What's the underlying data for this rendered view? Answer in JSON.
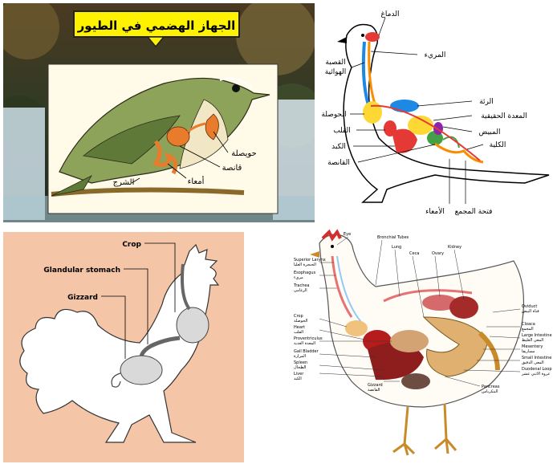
{
  "panel1": {
    "title": "الجهاز الهضمي في الطيور",
    "labels": {
      "crop": "حويصلة",
      "gizzard": "قانصة",
      "intestines": "أمعاء",
      "cloaca": "الشرج"
    }
  },
  "panel2": {
    "labels": {
      "brain": "الدماغ",
      "esophagus": "المريء",
      "trachea_1": "القصبة",
      "trachea_2": "الهوائية",
      "lung": "الرئة",
      "crop": "الحوصلة",
      "proventriculus": "المعدة الحقيقية",
      "heart": "القلب",
      "ovary": "المبيض",
      "liver": "الكبد",
      "kidney": "الكلية",
      "gizzard": "القانصة",
      "cloaca_opening": "فتحة المجمع",
      "intestines": "الأمعاء"
    }
  },
  "panel3": {
    "labels": {
      "crop": "Crop",
      "glandular": "Glandular stomach",
      "gizzard": "Gizzard"
    }
  },
  "panel4": {
    "left_labels": [
      {
        "en": "Superior Larynx",
        "ar": "الحنجرة العليا"
      },
      {
        "en": "Esophagus",
        "ar": "مريء"
      },
      {
        "en": "Trachea",
        "ar": "الرغامى"
      },
      {
        "en": "Crop",
        "ar": "الحوصلة"
      },
      {
        "en": "Heart",
        "ar": "القلب"
      },
      {
        "en": "Proventriculus",
        "ar": "المعدة الغدية"
      },
      {
        "en": "Gall Bladder",
        "ar": "المرارة"
      },
      {
        "en": "Spleen",
        "ar": "الطحال"
      },
      {
        "en": "Liver",
        "ar": "الكبد"
      },
      {
        "en": "Gizzard",
        "ar": "القانصة"
      }
    ],
    "top_labels": {
      "eye": "Eye",
      "bronchial": "Bronchial Tubes",
      "lung": "Lung",
      "ceca": "Ceca",
      "ovary": "Ovary",
      "kidney": "Kidney"
    },
    "right_labels": [
      {
        "en": "Oviduct",
        "ar": "قناة البيض"
      },
      {
        "en": "Cloaca",
        "ar": "المجمع"
      },
      {
        "en": "Large Intestine",
        "ar": "المعي الغليظ"
      },
      {
        "en": "Mesentery",
        "ar": "مساريقا"
      },
      {
        "en": "Small Intestine",
        "ar": "المعي الدقيق"
      },
      {
        "en": "Duodenal Loop",
        "ar": "عروة الاثني عشر"
      },
      {
        "en": "Pancreas",
        "ar": "البنكرياس"
      }
    ]
  }
}
